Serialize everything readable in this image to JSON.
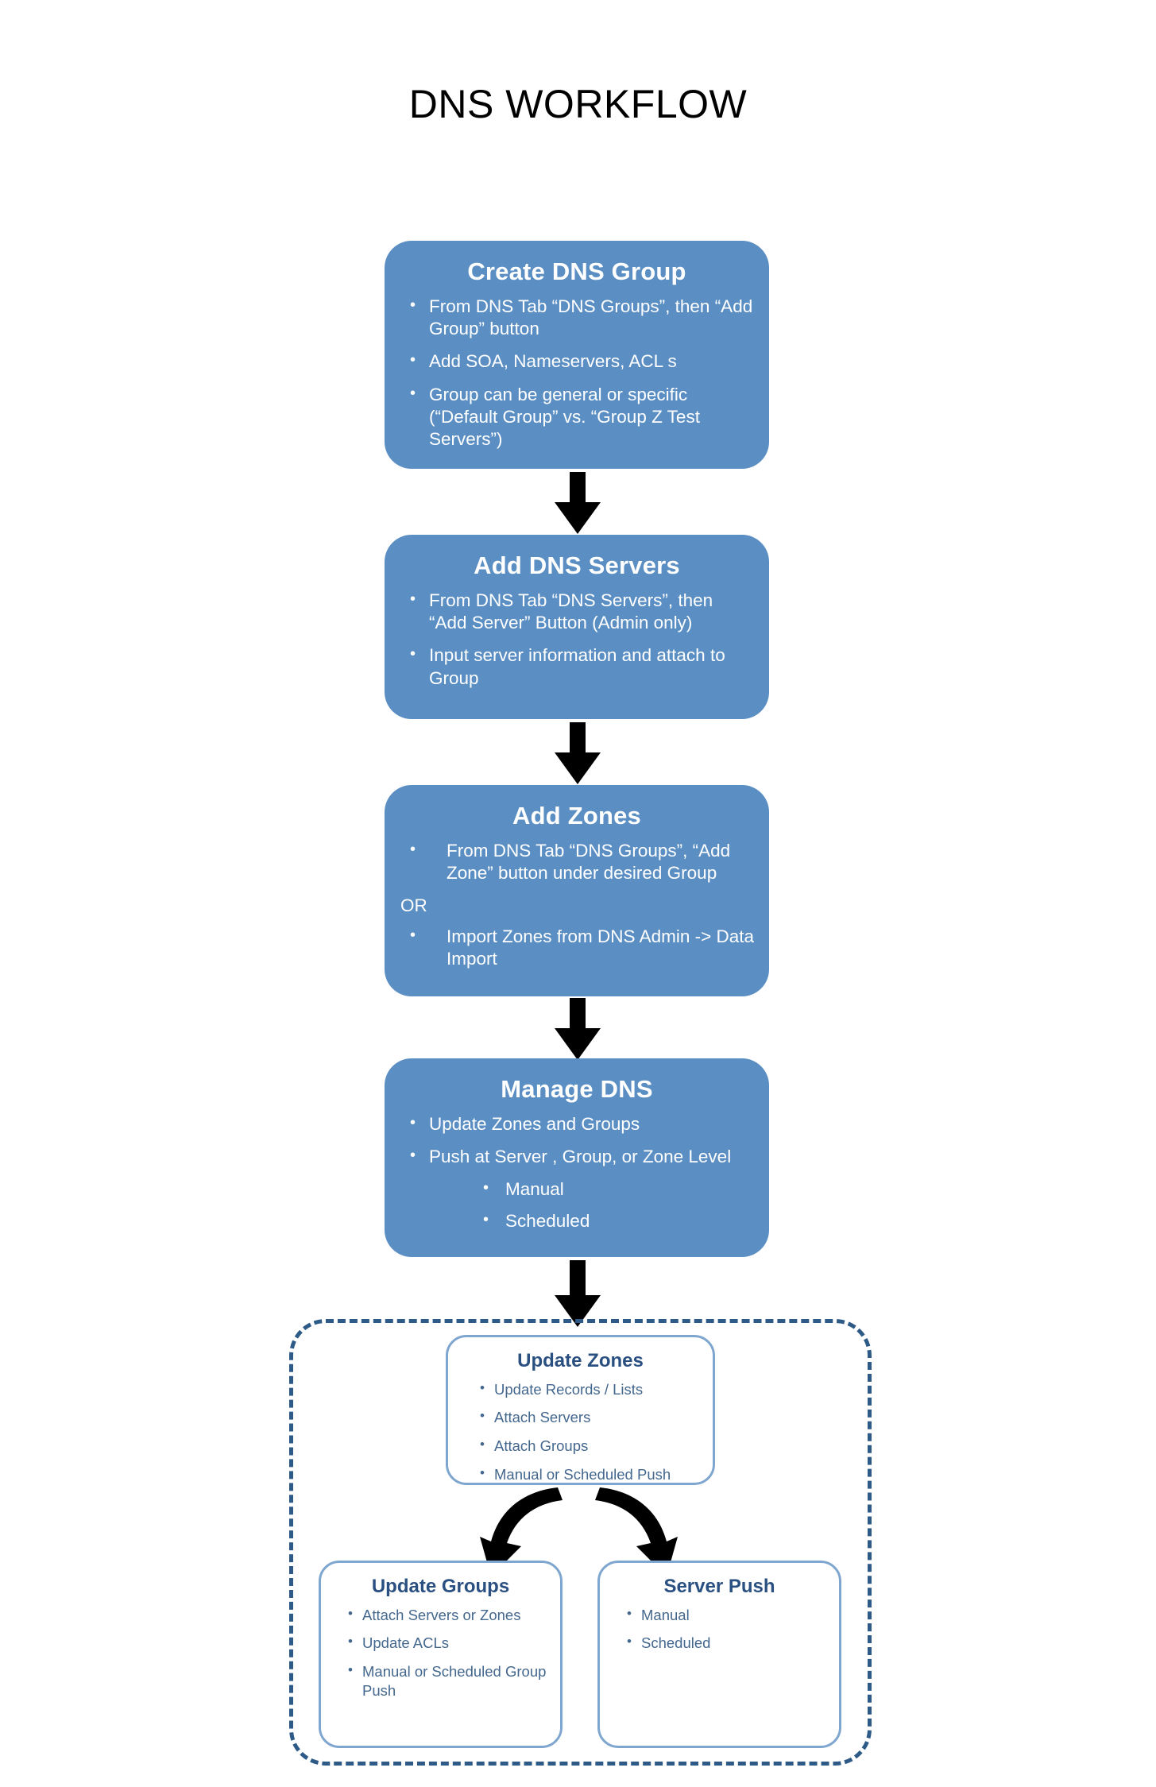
{
  "page": {
    "title": "DNS WORKFLOW",
    "background_color": "#FFFFFF"
  },
  "colors": {
    "step_box_fill": "#5B8FC4",
    "step_box_text": "#FFFFFF",
    "sub_box_border": "#7FA6CE",
    "sub_box_heading": "#2A5082",
    "sub_box_text": "#44678E",
    "dashed_group_border": "#2E5A87",
    "arrow": "#000000"
  },
  "flow": {
    "steps": [
      {
        "id": "create-dns-group",
        "title": "Create DNS Group",
        "bullets": [
          {
            "text": "From DNS Tab “DNS Groups”, then “Add Group” button",
            "level": 1
          },
          {
            "text": "Add SOA, Nameservers, ACL s",
            "level": 1
          },
          {
            "text": "Group can be general or specific (“Default Group” vs. “Group Z Test Servers”)",
            "level": 1
          }
        ]
      },
      {
        "id": "add-dns-servers",
        "title": "Add DNS Servers",
        "bullets": [
          {
            "text": "From DNS Tab “DNS Servers”, then “Add Server” Button (Admin only)",
            "level": 1
          },
          {
            "text": "Input server information and attach to Group",
            "level": 1
          }
        ]
      },
      {
        "id": "add-zones",
        "title": "Add  Zones",
        "bullets": [
          {
            "text": "From DNS Tab “DNS Groups”, “Add Zone” button under desired Group",
            "level": 1
          },
          {
            "text": "OR",
            "level": 0
          },
          {
            "text": "Import Zones from DNS Admin -> Data Import",
            "level": 1
          }
        ]
      },
      {
        "id": "manage-dns",
        "title": "Manage DNS",
        "bullets": [
          {
            "text": "Update Zones and Groups",
            "level": 1
          },
          {
            "text": "Push at Server , Group, or Zone Level",
            "level": 1
          },
          {
            "text": "Manual",
            "level": 2
          },
          {
            "text": "Scheduled",
            "level": 2
          }
        ]
      }
    ],
    "detail_group": {
      "id": "manage-dns-detail-group",
      "boxes": [
        {
          "id": "update-zones",
          "title": "Update Zones",
          "bullets": [
            "Update Records / Lists",
            "Attach Servers",
            "Attach Groups",
            "Manual or Scheduled Push"
          ]
        },
        {
          "id": "update-groups",
          "title": "Update Groups",
          "bullets": [
            "Attach Servers or Zones",
            "Update ACLs",
            "Manual or Scheduled Group Push"
          ]
        },
        {
          "id": "server-push",
          "title": "Server Push",
          "bullets": [
            "Manual",
            "Scheduled"
          ]
        }
      ]
    },
    "connectors": [
      {
        "id": "arrow-create-to-add-servers",
        "icon": "arrow-down-icon",
        "from": "create-dns-group",
        "to": "add-dns-servers"
      },
      {
        "id": "arrow-add-servers-to-add-zones",
        "icon": "arrow-down-icon",
        "from": "add-dns-servers",
        "to": "add-zones"
      },
      {
        "id": "arrow-add-zones-to-manage-dns",
        "icon": "arrow-down-icon",
        "from": "add-zones",
        "to": "manage-dns"
      },
      {
        "id": "arrow-manage-dns-to-update-zones",
        "icon": "arrow-down-icon",
        "from": "manage-dns",
        "to": "update-zones"
      },
      {
        "id": "arrow-update-zones-to-update-groups",
        "icon": "arrow-curved-left-icon",
        "from": "update-zones",
        "to": "update-groups"
      },
      {
        "id": "arrow-update-zones-to-server-push",
        "icon": "arrow-curved-right-icon",
        "from": "update-zones",
        "to": "server-push"
      }
    ]
  }
}
